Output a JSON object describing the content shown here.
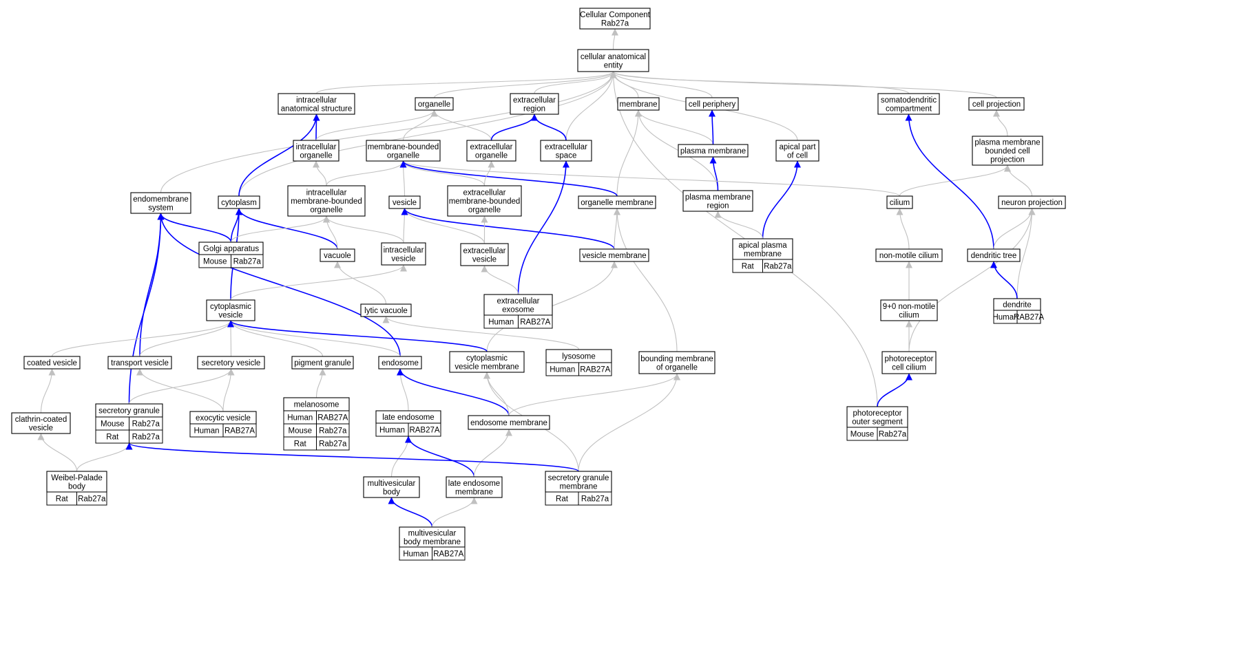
{
  "title": "Cellular Component Rab27a",
  "colors": {
    "Human": "#f46045",
    "Mouse": "#add8e6",
    "Rat": "#ffd700",
    "edge_is_a": "#c0c0c0",
    "edge_part_of": "#0000ff",
    "node_border": "#000000"
  },
  "nodes": [
    {
      "id": "root",
      "lines": [
        "Cellular Component",
        "Rab27a"
      ]
    },
    {
      "id": "cae",
      "lines": [
        "cellular anatomical",
        "entity"
      ]
    },
    {
      "id": "ias",
      "lines": [
        "intracellular",
        "anatomical structure"
      ]
    },
    {
      "id": "organelle",
      "lines": [
        "organelle"
      ]
    },
    {
      "id": "ecr",
      "lines": [
        "extracellular",
        "region"
      ]
    },
    {
      "id": "membrane",
      "lines": [
        "membrane"
      ]
    },
    {
      "id": "cellper",
      "lines": [
        "cell periphery"
      ]
    },
    {
      "id": "somato",
      "lines": [
        "somatodendritic",
        "compartment"
      ]
    },
    {
      "id": "cellproj",
      "lines": [
        "cell projection"
      ]
    },
    {
      "id": "intorg",
      "lines": [
        "intracellular",
        "organelle"
      ]
    },
    {
      "id": "mbo",
      "lines": [
        "membrane-bounded",
        "organelle"
      ]
    },
    {
      "id": "ecorg",
      "lines": [
        "extracellular",
        "organelle"
      ]
    },
    {
      "id": "ecspace",
      "lines": [
        "extracellular",
        "space"
      ]
    },
    {
      "id": "pm",
      "lines": [
        "plasma membrane"
      ]
    },
    {
      "id": "apical",
      "lines": [
        "apical part",
        "of cell"
      ]
    },
    {
      "id": "pmbcp",
      "lines": [
        "plasma membrane",
        "bounded cell",
        "projection"
      ]
    },
    {
      "id": "endosys",
      "lines": [
        "endomembrane",
        "system"
      ]
    },
    {
      "id": "cytoplasm",
      "lines": [
        "cytoplasm"
      ]
    },
    {
      "id": "imbo",
      "lines": [
        "intracellular",
        "membrane-bounded",
        "organelle"
      ]
    },
    {
      "id": "vesicle",
      "lines": [
        "vesicle"
      ]
    },
    {
      "id": "embo",
      "lines": [
        "extracellular",
        "membrane-bounded",
        "organelle"
      ]
    },
    {
      "id": "orgmem",
      "lines": [
        "organelle membrane"
      ]
    },
    {
      "id": "pmr",
      "lines": [
        "plasma membrane",
        "region"
      ]
    },
    {
      "id": "cilium",
      "lines": [
        "cilium"
      ]
    },
    {
      "id": "neuronproj",
      "lines": [
        "neuron projection"
      ]
    },
    {
      "id": "golgi",
      "lines": [
        "Golgi apparatus"
      ],
      "annotations": [
        [
          "Mouse",
          "Rab27a"
        ]
      ]
    },
    {
      "id": "vacuole",
      "lines": [
        "vacuole"
      ]
    },
    {
      "id": "intves",
      "lines": [
        "intracellular",
        "vesicle"
      ]
    },
    {
      "id": "ecves",
      "lines": [
        "extracellular",
        "vesicle"
      ]
    },
    {
      "id": "vesmem",
      "lines": [
        "vesicle membrane"
      ]
    },
    {
      "id": "apm",
      "lines": [
        "apical plasma",
        "membrane"
      ],
      "annotations": [
        [
          "Rat",
          "Rab27a"
        ]
      ]
    },
    {
      "id": "nmcilium",
      "lines": [
        "non-motile cilium"
      ]
    },
    {
      "id": "dtree",
      "lines": [
        "dendritic tree"
      ]
    },
    {
      "id": "cytves",
      "lines": [
        "cytoplasmic",
        "vesicle"
      ]
    },
    {
      "id": "lytvac",
      "lines": [
        "lytic vacuole"
      ]
    },
    {
      "id": "exosome",
      "lines": [
        "extracellular",
        "exosome"
      ],
      "annotations": [
        [
          "Human",
          "RAB27A"
        ]
      ]
    },
    {
      "id": "ninezero",
      "lines": [
        "9+0 non-motile",
        "cilium"
      ]
    },
    {
      "id": "dendrite",
      "lines": [
        "dendrite"
      ],
      "annotations": [
        [
          "Human",
          "RAB27A"
        ]
      ]
    },
    {
      "id": "coated",
      "lines": [
        "coated vesicle"
      ]
    },
    {
      "id": "transport",
      "lines": [
        "transport vesicle"
      ]
    },
    {
      "id": "secves",
      "lines": [
        "secretory vesicle"
      ]
    },
    {
      "id": "pigment",
      "lines": [
        "pigment granule"
      ]
    },
    {
      "id": "endosome",
      "lines": [
        "endosome"
      ]
    },
    {
      "id": "cvm",
      "lines": [
        "cytoplasmic",
        "vesicle membrane"
      ]
    },
    {
      "id": "lysosome",
      "lines": [
        "lysosome"
      ],
      "annotations": [
        [
          "Human",
          "RAB27A"
        ]
      ]
    },
    {
      "id": "bmo",
      "lines": [
        "bounding membrane",
        "of organelle"
      ]
    },
    {
      "id": "prcilium",
      "lines": [
        "photoreceptor",
        "cell cilium"
      ]
    },
    {
      "id": "secgran",
      "lines": [
        "secretory granule"
      ],
      "annotations": [
        [
          "Mouse",
          "Rab27a"
        ],
        [
          "Rat",
          "Rab27a"
        ]
      ]
    },
    {
      "id": "clathrin",
      "lines": [
        "clathrin-coated",
        "vesicle"
      ]
    },
    {
      "id": "exocytic",
      "lines": [
        "exocytic vesicle"
      ],
      "annotations": [
        [
          "Human",
          "RAB27A"
        ]
      ]
    },
    {
      "id": "melanosome",
      "lines": [
        "melanosome"
      ],
      "annotations": [
        [
          "Human",
          "RAB27A"
        ],
        [
          "Mouse",
          "Rab27a"
        ],
        [
          "Rat",
          "Rab27a"
        ]
      ]
    },
    {
      "id": "lateendo",
      "lines": [
        "late endosome"
      ],
      "annotations": [
        [
          "Human",
          "RAB27A"
        ]
      ]
    },
    {
      "id": "endomem",
      "lines": [
        "endosome membrane"
      ]
    },
    {
      "id": "pros",
      "lines": [
        "photoreceptor",
        "outer segment"
      ],
      "annotations": [
        [
          "Mouse",
          "Rab27a"
        ]
      ]
    },
    {
      "id": "weibel",
      "lines": [
        "Weibel-Palade",
        "body"
      ],
      "annotations": [
        [
          "Rat",
          "Rab27a"
        ]
      ]
    },
    {
      "id": "mvb",
      "lines": [
        "multivesicular",
        "body"
      ]
    },
    {
      "id": "leMem",
      "lines": [
        "late endosome",
        "membrane"
      ]
    },
    {
      "id": "sgm",
      "lines": [
        "secretory granule",
        "membrane"
      ],
      "annotations": [
        [
          "Rat",
          "Rab27a"
        ]
      ]
    },
    {
      "id": "mvbm",
      "lines": [
        "multivesicular",
        "body membrane"
      ],
      "annotations": [
        [
          "Human",
          "RAB27A"
        ]
      ]
    }
  ],
  "edges": [
    {
      "from": "cae",
      "to": "root",
      "type": "is_a"
    },
    {
      "from": "ias",
      "to": "cae",
      "type": "is_a"
    },
    {
      "from": "organelle",
      "to": "cae",
      "type": "is_a"
    },
    {
      "from": "ecr",
      "to": "cae",
      "type": "is_a"
    },
    {
      "from": "membrane",
      "to": "cae",
      "type": "is_a"
    },
    {
      "from": "cellper",
      "to": "cae",
      "type": "is_a"
    },
    {
      "from": "somato",
      "to": "cae",
      "type": "is_a"
    },
    {
      "from": "cellproj",
      "to": "cae",
      "type": "is_a"
    },
    {
      "from": "endosys",
      "to": "cae",
      "type": "is_a"
    },
    {
      "from": "cytoplasm",
      "to": "cae",
      "type": "is_a"
    },
    {
      "from": "ecspace",
      "to": "cae",
      "type": "is_a"
    },
    {
      "from": "apical",
      "to": "cae",
      "type": "is_a"
    },
    {
      "from": "pros",
      "to": "cae",
      "type": "is_a"
    },
    {
      "from": "intorg",
      "to": "ias",
      "type": "part_of"
    },
    {
      "from": "cytoplasm",
      "to": "ias",
      "type": "part_of"
    },
    {
      "from": "intorg",
      "to": "organelle",
      "type": "is_a"
    },
    {
      "from": "mbo",
      "to": "organelle",
      "type": "is_a"
    },
    {
      "from": "ecorg",
      "to": "organelle",
      "type": "is_a"
    },
    {
      "from": "ecorg",
      "to": "ecr",
      "type": "part_of"
    },
    {
      "from": "ecspace",
      "to": "ecr",
      "type": "part_of"
    },
    {
      "from": "orgmem",
      "to": "membrane",
      "type": "is_a"
    },
    {
      "from": "pmr",
      "to": "membrane",
      "type": "is_a"
    },
    {
      "from": "pm",
      "to": "membrane",
      "type": "is_a"
    },
    {
      "from": "pm",
      "to": "cellper",
      "type": "part_of"
    },
    {
      "from": "pmr",
      "to": "pm",
      "type": "part_of"
    },
    {
      "from": "pmbcp",
      "to": "cellproj",
      "type": "is_a"
    },
    {
      "from": "imbo",
      "to": "intorg",
      "type": "is_a"
    },
    {
      "from": "imbo",
      "to": "mbo",
      "type": "is_a"
    },
    {
      "from": "vesicle",
      "to": "mbo",
      "type": "is_a"
    },
    {
      "from": "embo",
      "to": "mbo",
      "type": "is_a"
    },
    {
      "from": "cilium",
      "to": "mbo",
      "type": "is_a"
    },
    {
      "from": "orgmem",
      "to": "mbo",
      "type": "part_of"
    },
    {
      "from": "embo",
      "to": "ecorg",
      "type": "is_a"
    },
    {
      "from": "exosome",
      "to": "ecspace",
      "type": "part_of"
    },
    {
      "from": "apm",
      "to": "apical",
      "type": "part_of"
    },
    {
      "from": "apm",
      "to": "pmr",
      "type": "is_a"
    },
    {
      "from": "cilium",
      "to": "pmbcp",
      "type": "is_a"
    },
    {
      "from": "neuronproj",
      "to": "pmbcp",
      "type": "is_a"
    },
    {
      "from": "dtree",
      "to": "somato",
      "type": "part_of"
    },
    {
      "from": "golgi",
      "to": "endosys",
      "type": "part_of"
    },
    {
      "from": "transport",
      "to": "endosys",
      "type": "part_of"
    },
    {
      "from": "endosome",
      "to": "endosys",
      "type": "part_of"
    },
    {
      "from": "secgran",
      "to": "endosys",
      "type": "part_of"
    },
    {
      "from": "golgi",
      "to": "cytoplasm",
      "type": "part_of"
    },
    {
      "from": "vacuole",
      "to": "cytoplasm",
      "type": "part_of"
    },
    {
      "from": "cytves",
      "to": "cytoplasm",
      "type": "part_of"
    },
    {
      "from": "golgi",
      "to": "imbo",
      "type": "is_a"
    },
    {
      "from": "vacuole",
      "to": "imbo",
      "type": "is_a"
    },
    {
      "from": "intves",
      "to": "imbo",
      "type": "is_a"
    },
    {
      "from": "intves",
      "to": "vesicle",
      "type": "is_a"
    },
    {
      "from": "ecves",
      "to": "vesicle",
      "type": "is_a"
    },
    {
      "from": "vesmem",
      "to": "vesicle",
      "type": "part_of"
    },
    {
      "from": "ecves",
      "to": "embo",
      "type": "is_a"
    },
    {
      "from": "vesmem",
      "to": "orgmem",
      "type": "is_a"
    },
    {
      "from": "bmo",
      "to": "orgmem",
      "type": "is_a"
    },
    {
      "from": "nmcilium",
      "to": "cilium",
      "type": "is_a"
    },
    {
      "from": "dtree",
      "to": "neuronproj",
      "type": "is_a"
    },
    {
      "from": "dendrite",
      "to": "neuronproj",
      "type": "is_a"
    },
    {
      "from": "prcilium",
      "to": "neuronproj",
      "type": "is_a"
    },
    {
      "from": "lytvac",
      "to": "vacuole",
      "type": "is_a"
    },
    {
      "from": "cytves",
      "to": "intves",
      "type": "is_a"
    },
    {
      "from": "exosome",
      "to": "ecves",
      "type": "is_a"
    },
    {
      "from": "cvm",
      "to": "vesmem",
      "type": "is_a"
    },
    {
      "from": "ninezero",
      "to": "nmcilium",
      "type": "is_a"
    },
    {
      "from": "dendrite",
      "to": "dtree",
      "type": "part_of"
    },
    {
      "from": "coated",
      "to": "cytves",
      "type": "is_a"
    },
    {
      "from": "transport",
      "to": "cytves",
      "type": "is_a"
    },
    {
      "from": "secves",
      "to": "cytves",
      "type": "is_a"
    },
    {
      "from": "pigment",
      "to": "cytves",
      "type": "is_a"
    },
    {
      "from": "endosome",
      "to": "cytves",
      "type": "is_a"
    },
    {
      "from": "cvm",
      "to": "cytves",
      "type": "part_of"
    },
    {
      "from": "lysosome",
      "to": "lytvac",
      "type": "is_a"
    },
    {
      "from": "prcilium",
      "to": "ninezero",
      "type": "is_a"
    },
    {
      "from": "clathrin",
      "to": "coated",
      "type": "is_a"
    },
    {
      "from": "exocytic",
      "to": "transport",
      "type": "is_a"
    },
    {
      "from": "secgran",
      "to": "secves",
      "type": "is_a"
    },
    {
      "from": "exocytic",
      "to": "secves",
      "type": "is_a"
    },
    {
      "from": "melanosome",
      "to": "pigment",
      "type": "is_a"
    },
    {
      "from": "lateendo",
      "to": "endosome",
      "type": "is_a"
    },
    {
      "from": "endomem",
      "to": "endosome",
      "type": "part_of"
    },
    {
      "from": "endomem",
      "to": "cvm",
      "type": "is_a"
    },
    {
      "from": "sgm",
      "to": "cvm",
      "type": "is_a"
    },
    {
      "from": "endomem",
      "to": "bmo",
      "type": "is_a"
    },
    {
      "from": "sgm",
      "to": "bmo",
      "type": "is_a"
    },
    {
      "from": "pros",
      "to": "prcilium",
      "type": "part_of"
    },
    {
      "from": "weibel",
      "to": "clathrin",
      "type": "is_a"
    },
    {
      "from": "weibel",
      "to": "secgran",
      "type": "is_a"
    },
    {
      "from": "mvb",
      "to": "lateendo",
      "type": "is_a"
    },
    {
      "from": "leMem",
      "to": "lateendo",
      "type": "part_of"
    },
    {
      "from": "leMem",
      "to": "endomem",
      "type": "is_a"
    },
    {
      "from": "sgm",
      "to": "secgran",
      "type": "part_of"
    },
    {
      "from": "mvbm",
      "to": "mvb",
      "type": "part_of"
    },
    {
      "from": "mvbm",
      "to": "leMem",
      "type": "is_a"
    }
  ]
}
